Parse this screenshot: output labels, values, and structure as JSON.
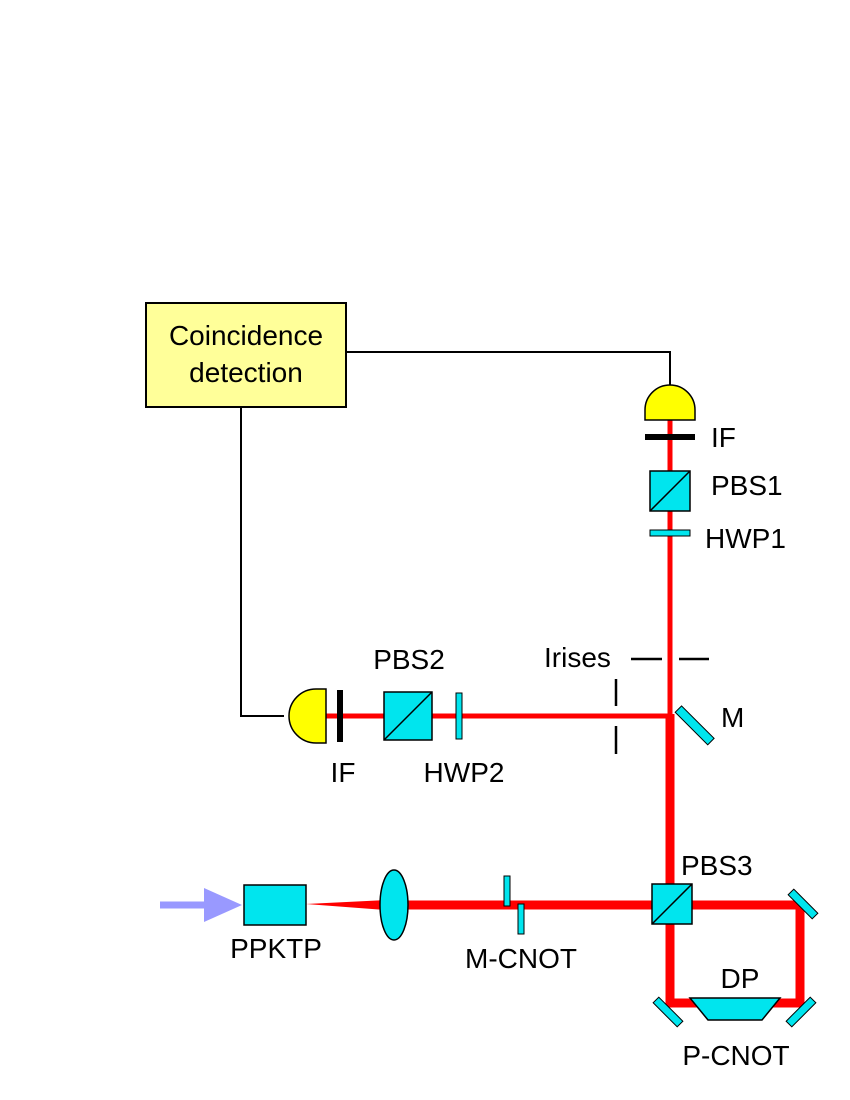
{
  "colors": {
    "beam": "#ff0000",
    "optic": "#00e5ee",
    "detector": "#ffff00",
    "box_fill": "#ffff99",
    "pump": "#9999ff",
    "wire": "#000000"
  },
  "coincidence_box": {
    "line1": "Coincidence",
    "line2": "detection"
  },
  "labels": {
    "if_top": "IF",
    "pbs1": "PBS1",
    "hwp1": "HWP1",
    "irises": "Irises",
    "pbs2": "PBS2",
    "mirror": "M",
    "if_left": "IF",
    "hwp2": "HWP2",
    "pbs3": "PBS3",
    "ppktp": "PPKTP",
    "m_cnot": "M-CNOT",
    "dp": "DP",
    "p_cnot": "P-CNOT"
  }
}
